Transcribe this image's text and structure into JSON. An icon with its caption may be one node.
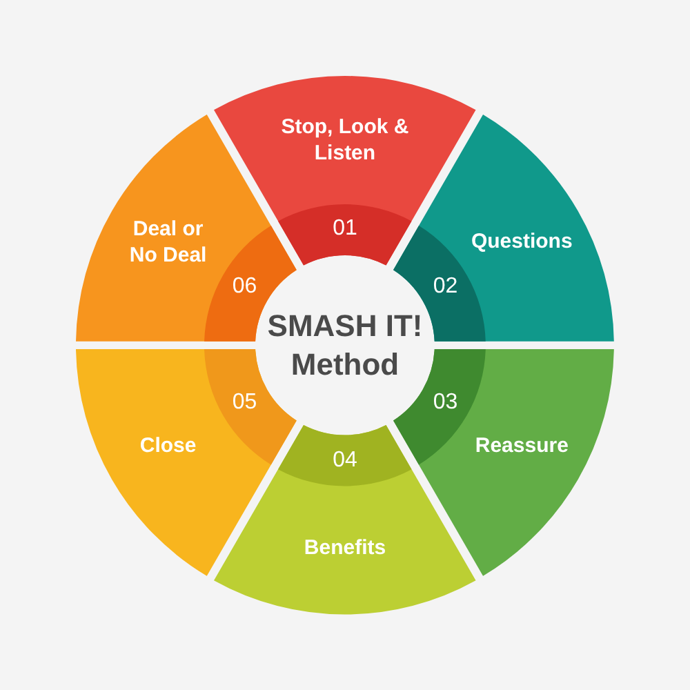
{
  "diagram": {
    "nodes": [
      {
        "text": [
          "SMASH IT! Method"
        ]
      },
      {
        "text": [
          "Stop, Look & Listen",
          "01"
        ]
      },
      {
        "text": [
          "Questions",
          "02"
        ]
      },
      {
        "text": [
          "Reassure",
          "03"
        ]
      },
      {
        "text": [
          "04",
          "Benefits"
        ]
      },
      {
        "text": [
          "Close",
          "05"
        ]
      },
      {
        "text": [
          "Deal or No Deal",
          "06"
        ]
      }
    ]
  }
}
